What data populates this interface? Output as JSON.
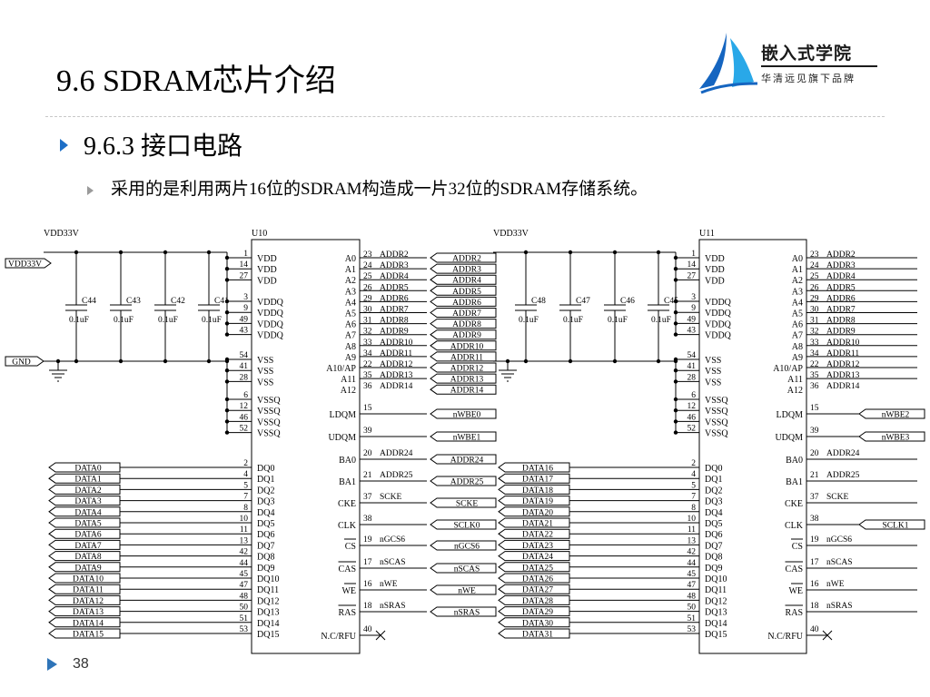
{
  "logo": {
    "name": "嵌入式学院",
    "tagline": "华清远见旗下品牌",
    "colors": {
      "primary": "#1e88e5",
      "dark": "#0d47a1"
    }
  },
  "slide": {
    "title": "9.6 SDRAM芯片介绍",
    "heading": "9.6.3 接口电路",
    "bullet": "采用的是利用两片16位的SDRAM构造成一片32位的SDRAM存储系统。",
    "page_number": "38",
    "accent_color": "#1e6fc6"
  },
  "schematic": {
    "power_net": "VDD33V",
    "vdd_port": "VDD33V",
    "gnd_port": "GND",
    "chips": [
      {
        "ref": "U10",
        "caps": [
          {
            "ref": "C44",
            "value": "0.1uF"
          },
          {
            "ref": "C43",
            "value": "0.1uF"
          },
          {
            "ref": "C42",
            "value": "0.1uF"
          },
          {
            "ref": "C41",
            "value": "0.1uF"
          }
        ],
        "left_pins": [
          {
            "num": "1",
            "name": "VDD"
          },
          {
            "num": "14",
            "name": "VDD"
          },
          {
            "num": "27",
            "name": "VDD"
          },
          {
            "num": "3",
            "name": "VDDQ"
          },
          {
            "num": "9",
            "name": "VDDQ"
          },
          {
            "num": "49",
            "name": "VDDQ"
          },
          {
            "num": "43",
            "name": "VDDQ"
          },
          {
            "num": "54",
            "name": "VSS"
          },
          {
            "num": "41",
            "name": "VSS"
          },
          {
            "num": "28",
            "name": "VSS"
          },
          {
            "num": "6",
            "name": "VSSQ"
          },
          {
            "num": "12",
            "name": "VSSQ"
          },
          {
            "num": "46",
            "name": "VSSQ"
          },
          {
            "num": "52",
            "name": "VSSQ"
          },
          {
            "num": "2",
            "name": "DQ0"
          },
          {
            "num": "4",
            "name": "DQ1"
          },
          {
            "num": "5",
            "name": "DQ2"
          },
          {
            "num": "7",
            "name": "DQ3"
          },
          {
            "num": "8",
            "name": "DQ4"
          },
          {
            "num": "10",
            "name": "DQ5"
          },
          {
            "num": "11",
            "name": "DQ6"
          },
          {
            "num": "13",
            "name": "DQ7"
          },
          {
            "num": "42",
            "name": "DQ8"
          },
          {
            "num": "44",
            "name": "DQ9"
          },
          {
            "num": "45",
            "name": "DQ10"
          },
          {
            "num": "47",
            "name": "DQ11"
          },
          {
            "num": "48",
            "name": "DQ12"
          },
          {
            "num": "50",
            "name": "DQ13"
          },
          {
            "num": "51",
            "name": "DQ14"
          },
          {
            "num": "53",
            "name": "DQ15"
          }
        ],
        "data_nets": [
          "DATA0",
          "DATA1",
          "DATA2",
          "DATA3",
          "DATA4",
          "DATA5",
          "DATA6",
          "DATA7",
          "DATA8",
          "DATA9",
          "DATA10",
          "DATA11",
          "DATA12",
          "DATA13",
          "DATA14",
          "DATA15"
        ],
        "addr_pins": [
          {
            "name": "A0",
            "num": "23",
            "net": "ADDR2",
            "port": "ADDR2"
          },
          {
            "name": "A1",
            "num": "24",
            "net": "ADDR3",
            "port": "ADDR3"
          },
          {
            "name": "A2",
            "num": "25",
            "net": "ADDR4",
            "port": "ADDR4"
          },
          {
            "name": "A3",
            "num": "26",
            "net": "ADDR5",
            "port": "ADDR5"
          },
          {
            "name": "A4",
            "num": "29",
            "net": "ADDR6",
            "port": "ADDR6"
          },
          {
            "name": "A5",
            "num": "30",
            "net": "ADDR7",
            "port": "ADDR7"
          },
          {
            "name": "A6",
            "num": "31",
            "net": "ADDR8",
            "port": "ADDR8"
          },
          {
            "name": "A7",
            "num": "32",
            "net": "ADDR9",
            "port": "ADDR9"
          },
          {
            "name": "A8",
            "num": "33",
            "net": "ADDR10",
            "port": "ADDR10"
          },
          {
            "name": "A9",
            "num": "34",
            "net": "ADDR11",
            "port": "ADDR11"
          },
          {
            "name": "A10/AP",
            "num": "22",
            "net": "ADDR12",
            "port": "ADDR12"
          },
          {
            "name": "A11",
            "num": "35",
            "net": "ADDR13",
            "port": "ADDR13"
          },
          {
            "name": "A12",
            "num": "36",
            "net": "ADDR14",
            "port": "ADDR14"
          }
        ],
        "ctrl_pins": [
          {
            "name": "LDQM",
            "num": "15",
            "net": "",
            "port": "nWBE0",
            "bar": false
          },
          {
            "name": "UDQM",
            "num": "39",
            "net": "",
            "port": "nWBE1",
            "bar": false
          },
          {
            "name": "BA0",
            "num": "20",
            "net": "ADDR24",
            "port": "ADDR24",
            "bar": false
          },
          {
            "name": "BA1",
            "num": "21",
            "net": "ADDR25",
            "port": "ADDR25",
            "bar": false
          },
          {
            "name": "CKE",
            "num": "37",
            "net": "SCKE",
            "port": "SCKE",
            "bar": false
          },
          {
            "name": "CLK",
            "num": "38",
            "net": "",
            "port": "SCLK0",
            "bar": false
          },
          {
            "name": "CS",
            "num": "19",
            "net": "nGCS6",
            "port": "nGCS6",
            "bar": true
          },
          {
            "name": "CAS",
            "num": "17",
            "net": "nSCAS",
            "port": "nSCAS",
            "bar": true
          },
          {
            "name": "WE",
            "num": "16",
            "net": "nWE",
            "port": "nWE",
            "bar": true
          },
          {
            "name": "RAS",
            "num": "18",
            "net": "nSRAS",
            "port": "nSRAS",
            "bar": true
          },
          {
            "name": "N.C/RFU",
            "num": "40",
            "net": "",
            "port": "",
            "bar": false
          }
        ]
      },
      {
        "ref": "U11",
        "caps": [
          {
            "ref": "C48",
            "value": "0.1uF"
          },
          {
            "ref": "C47",
            "value": "0.1uF"
          },
          {
            "ref": "C46",
            "value": "0.1uF"
          },
          {
            "ref": "C45",
            "value": "0.1uF"
          }
        ],
        "left_pins": [
          {
            "num": "1",
            "name": "VDD"
          },
          {
            "num": "14",
            "name": "VDD"
          },
          {
            "num": "27",
            "name": "VDD"
          },
          {
            "num": "3",
            "name": "VDDQ"
          },
          {
            "num": "9",
            "name": "VDDQ"
          },
          {
            "num": "49",
            "name": "VDDQ"
          },
          {
            "num": "43",
            "name": "VDDQ"
          },
          {
            "num": "54",
            "name": "VSS"
          },
          {
            "num": "41",
            "name": "VSS"
          },
          {
            "num": "28",
            "name": "VSS"
          },
          {
            "num": "6",
            "name": "VSSQ"
          },
          {
            "num": "12",
            "name": "VSSQ"
          },
          {
            "num": "46",
            "name": "VSSQ"
          },
          {
            "num": "52",
            "name": "VSSQ"
          },
          {
            "num": "2",
            "name": "DQ0"
          },
          {
            "num": "4",
            "name": "DQ1"
          },
          {
            "num": "5",
            "name": "DQ2"
          },
          {
            "num": "7",
            "name": "DQ3"
          },
          {
            "num": "8",
            "name": "DQ4"
          },
          {
            "num": "10",
            "name": "DQ5"
          },
          {
            "num": "11",
            "name": "DQ6"
          },
          {
            "num": "13",
            "name": "DQ7"
          },
          {
            "num": "42",
            "name": "DQ8"
          },
          {
            "num": "44",
            "name": "DQ9"
          },
          {
            "num": "45",
            "name": "DQ10"
          },
          {
            "num": "47",
            "name": "DQ11"
          },
          {
            "num": "48",
            "name": "DQ12"
          },
          {
            "num": "50",
            "name": "DQ13"
          },
          {
            "num": "51",
            "name": "DQ14"
          },
          {
            "num": "53",
            "name": "DQ15"
          }
        ],
        "data_nets": [
          "DATA16",
          "DATA17",
          "DATA18",
          "DATA19",
          "DATA20",
          "DATA21",
          "DATA22",
          "DATA23",
          "DATA24",
          "DATA25",
          "DATA26",
          "DATA27",
          "DATA28",
          "DATA29",
          "DATA30",
          "DATA31"
        ],
        "addr_pins": [
          {
            "name": "A0",
            "num": "23",
            "net": "ADDR2",
            "port": ""
          },
          {
            "name": "A1",
            "num": "24",
            "net": "ADDR3",
            "port": ""
          },
          {
            "name": "A2",
            "num": "25",
            "net": "ADDR4",
            "port": ""
          },
          {
            "name": "A3",
            "num": "26",
            "net": "ADDR5",
            "port": ""
          },
          {
            "name": "A4",
            "num": "29",
            "net": "ADDR6",
            "port": ""
          },
          {
            "name": "A5",
            "num": "30",
            "net": "ADDR7",
            "port": ""
          },
          {
            "name": "A6",
            "num": "31",
            "net": "ADDR8",
            "port": ""
          },
          {
            "name": "A7",
            "num": "32",
            "net": "ADDR9",
            "port": ""
          },
          {
            "name": "A8",
            "num": "33",
            "net": "ADDR10",
            "port": ""
          },
          {
            "name": "A9",
            "num": "34",
            "net": "ADDR11",
            "port": ""
          },
          {
            "name": "A10/AP",
            "num": "22",
            "net": "ADDR12",
            "port": ""
          },
          {
            "name": "A11",
            "num": "35",
            "net": "ADDR13",
            "port": ""
          },
          {
            "name": "A12",
            "num": "36",
            "net": "ADDR14",
            "port": ""
          }
        ],
        "ctrl_pins": [
          {
            "name": "LDQM",
            "num": "15",
            "net": "",
            "port": "nWBE2",
            "bar": false
          },
          {
            "name": "UDQM",
            "num": "39",
            "net": "",
            "port": "nWBE3",
            "bar": false
          },
          {
            "name": "BA0",
            "num": "20",
            "net": "ADDR24",
            "port": "",
            "bar": false
          },
          {
            "name": "BA1",
            "num": "21",
            "net": "ADDR25",
            "port": "",
            "bar": false
          },
          {
            "name": "CKE",
            "num": "37",
            "net": "SCKE",
            "port": "",
            "bar": false
          },
          {
            "name": "CLK",
            "num": "38",
            "net": "",
            "port": "SCLK1",
            "bar": false
          },
          {
            "name": "CS",
            "num": "19",
            "net": "nGCS6",
            "port": "",
            "bar": true
          },
          {
            "name": "CAS",
            "num": "17",
            "net": "nSCAS",
            "port": "",
            "bar": true
          },
          {
            "name": "WE",
            "num": "16",
            "net": "nWE",
            "port": "",
            "bar": true
          },
          {
            "name": "RAS",
            "num": "18",
            "net": "nSRAS",
            "port": "",
            "bar": true
          },
          {
            "name": "N.C/RFU",
            "num": "40",
            "net": "",
            "port": "",
            "bar": false
          }
        ]
      }
    ]
  }
}
